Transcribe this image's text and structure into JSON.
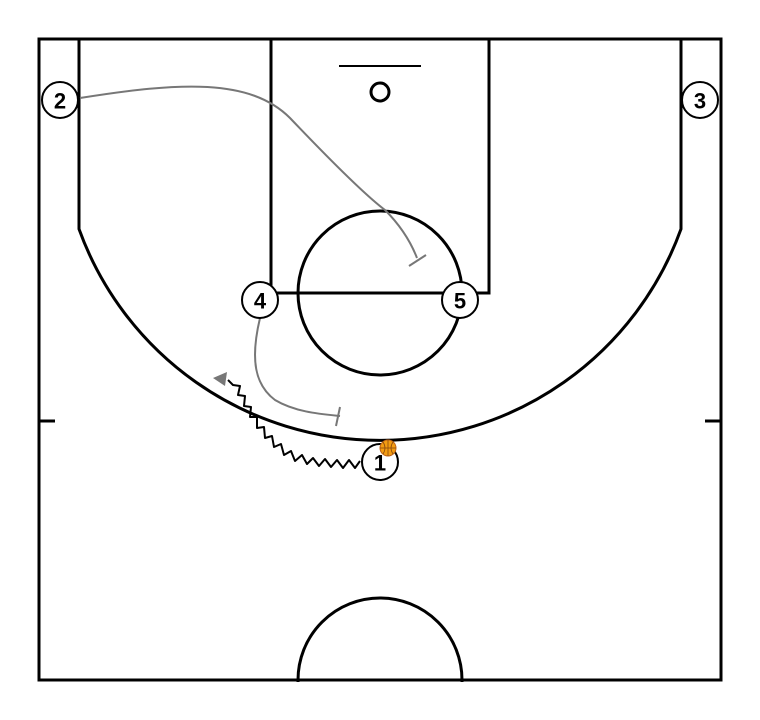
{
  "colors": {
    "court_line": "#000000",
    "cut_path": "#777777",
    "dribble_path": "#000000",
    "player_fill": "#ffffff",
    "ball": "#f39c12"
  },
  "icons": {
    "ball": "basketball-icon",
    "screen_end": "screen-bar-icon",
    "arrow_head": "arrow-head-icon"
  },
  "players": [
    {
      "id": "p1",
      "label": "1",
      "has_ball": true
    },
    {
      "id": "p2",
      "label": "2",
      "has_ball": false
    },
    {
      "id": "p3",
      "label": "3",
      "has_ball": false
    },
    {
      "id": "p4",
      "label": "4",
      "has_ball": false
    },
    {
      "id": "p5",
      "label": "5",
      "has_ball": false
    }
  ]
}
